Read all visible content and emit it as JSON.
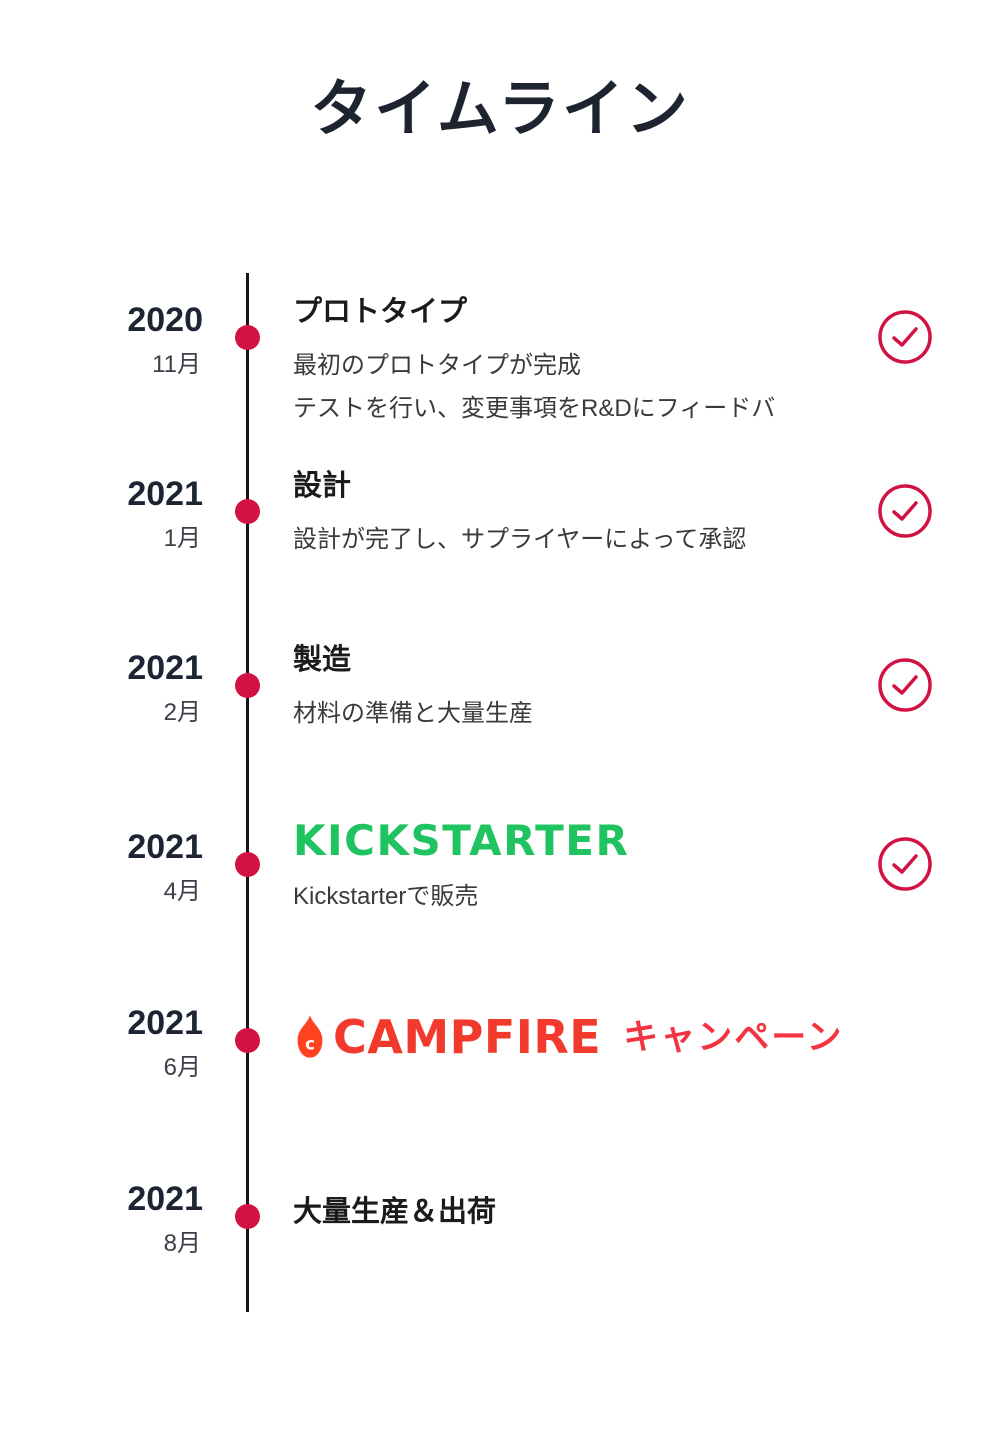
{
  "page": {
    "title": "タイムライン"
  },
  "colors": {
    "accent_red": "#d11242",
    "kickstarter_green": "#1fc35f",
    "campfire_red": "#f23a2c",
    "axis_black": "#151515"
  },
  "timeline": {
    "items": [
      {
        "year": "2020",
        "month": "11月",
        "title": "プロトタイプ",
        "desc1": "最初のプロトタイプが完成",
        "desc2": "テストを行い、変更事項をR&Dにフィードバ",
        "checked": true
      },
      {
        "year": "2021",
        "month": "1月",
        "title": "設計",
        "desc1": "設計が完了し、サプライヤーによって承認",
        "checked": true
      },
      {
        "year": "2021",
        "month": "2月",
        "title": "製造",
        "desc1": "材料の準備と大量生産",
        "checked": true
      },
      {
        "year": "2021",
        "month": "4月",
        "logo": "KICKSTARTER",
        "desc1": "Kickstarterで販売",
        "checked": true
      },
      {
        "year": "2021",
        "month": "6月",
        "logo": "CAMPFIRE",
        "campaign_label": "キャンペーン",
        "checked": false
      },
      {
        "year": "2021",
        "month": "8月",
        "title": "大量生産＆出荷",
        "checked": false
      }
    ]
  }
}
